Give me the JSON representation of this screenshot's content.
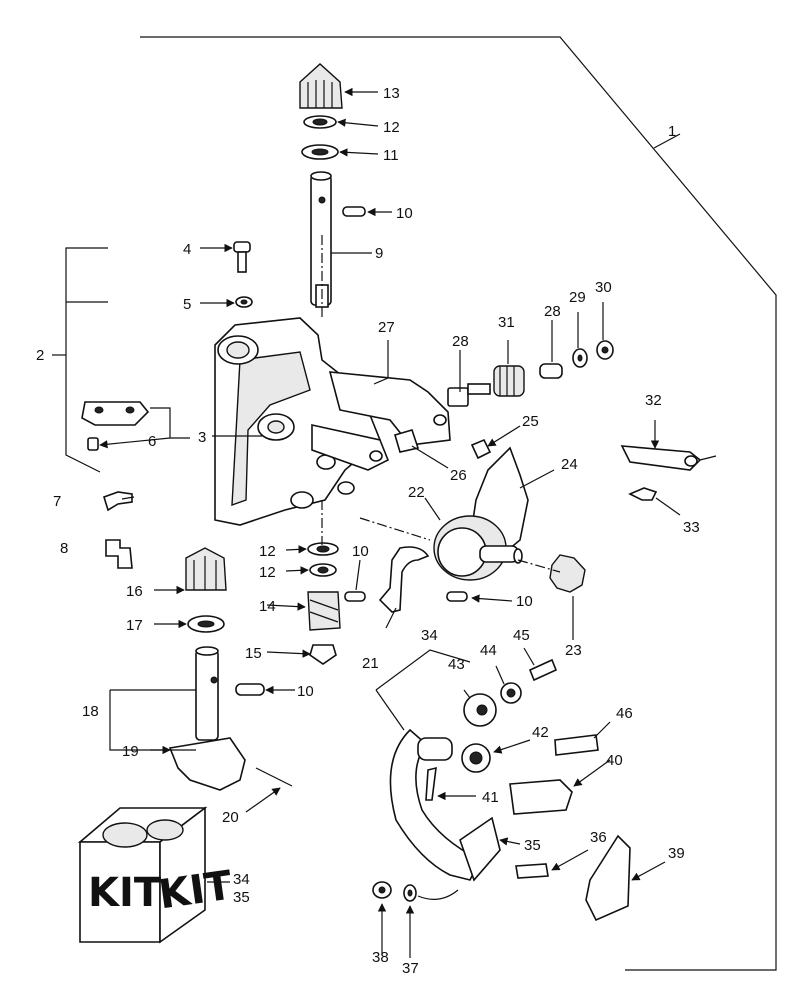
{
  "callouts": [
    {
      "id": "c1",
      "text": "1"
    },
    {
      "id": "c2",
      "text": "2"
    },
    {
      "id": "c3",
      "text": "3"
    },
    {
      "id": "c4",
      "text": "4"
    },
    {
      "id": "c5",
      "text": "5"
    },
    {
      "id": "c6",
      "text": "6"
    },
    {
      "id": "c7",
      "text": "7"
    },
    {
      "id": "c8",
      "text": "8"
    },
    {
      "id": "c9",
      "text": "9"
    },
    {
      "id": "c10a",
      "text": "10"
    },
    {
      "id": "c10b",
      "text": "10"
    },
    {
      "id": "c10c",
      "text": "10"
    },
    {
      "id": "c10d",
      "text": "10"
    },
    {
      "id": "c11",
      "text": "11"
    },
    {
      "id": "c12a",
      "text": "12"
    },
    {
      "id": "c12b",
      "text": "12"
    },
    {
      "id": "c12c",
      "text": "12"
    },
    {
      "id": "c13",
      "text": "13"
    },
    {
      "id": "c14",
      "text": "14"
    },
    {
      "id": "c15",
      "text": "15"
    },
    {
      "id": "c16",
      "text": "16"
    },
    {
      "id": "c17",
      "text": "17"
    },
    {
      "id": "c18",
      "text": "18"
    },
    {
      "id": "c19",
      "text": "19"
    },
    {
      "id": "c20",
      "text": "20"
    },
    {
      "id": "c21",
      "text": "21"
    },
    {
      "id": "c22",
      "text": "22"
    },
    {
      "id": "c23",
      "text": "23"
    },
    {
      "id": "c24",
      "text": "24"
    },
    {
      "id": "c25",
      "text": "25"
    },
    {
      "id": "c26",
      "text": "26"
    },
    {
      "id": "c27",
      "text": "27"
    },
    {
      "id": "c28a",
      "text": "28"
    },
    {
      "id": "c28b",
      "text": "28"
    },
    {
      "id": "c29",
      "text": "29"
    },
    {
      "id": "c30",
      "text": "30"
    },
    {
      "id": "c31",
      "text": "31"
    },
    {
      "id": "c32",
      "text": "32"
    },
    {
      "id": "c33",
      "text": "33"
    },
    {
      "id": "c34a",
      "text": "34"
    },
    {
      "id": "c34b",
      "text": "34"
    },
    {
      "id": "c35a",
      "text": "35"
    },
    {
      "id": "c35b",
      "text": "35"
    },
    {
      "id": "c36",
      "text": "36"
    },
    {
      "id": "c37",
      "text": "37"
    },
    {
      "id": "c38",
      "text": "38"
    },
    {
      "id": "c39",
      "text": "39"
    },
    {
      "id": "c40",
      "text": "40"
    },
    {
      "id": "c41",
      "text": "41"
    },
    {
      "id": "c42",
      "text": "42"
    },
    {
      "id": "c43",
      "text": "43"
    },
    {
      "id": "c44",
      "text": "44"
    },
    {
      "id": "c45",
      "text": "45"
    },
    {
      "id": "c46",
      "text": "46"
    }
  ],
  "kit_box": {
    "label_left": "KIT",
    "label_right": "KIT"
  }
}
